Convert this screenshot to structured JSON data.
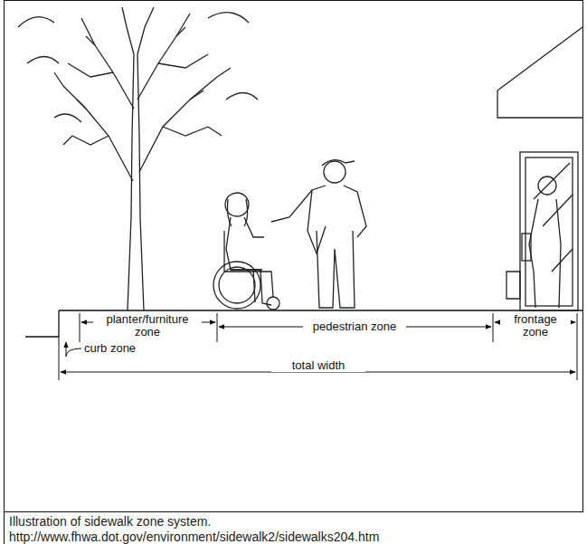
{
  "diagram": {
    "caption": "Illustration of sidewalk zone system.",
    "labels": [
      "planter/furniture zone",
      "pedestrian zone",
      "frontage zone",
      "curb zone",
      "total width",
      "http://www.fhwa.dot.gov/environment/sidewalk2/sidewalks204.htm"
    ]
  }
}
